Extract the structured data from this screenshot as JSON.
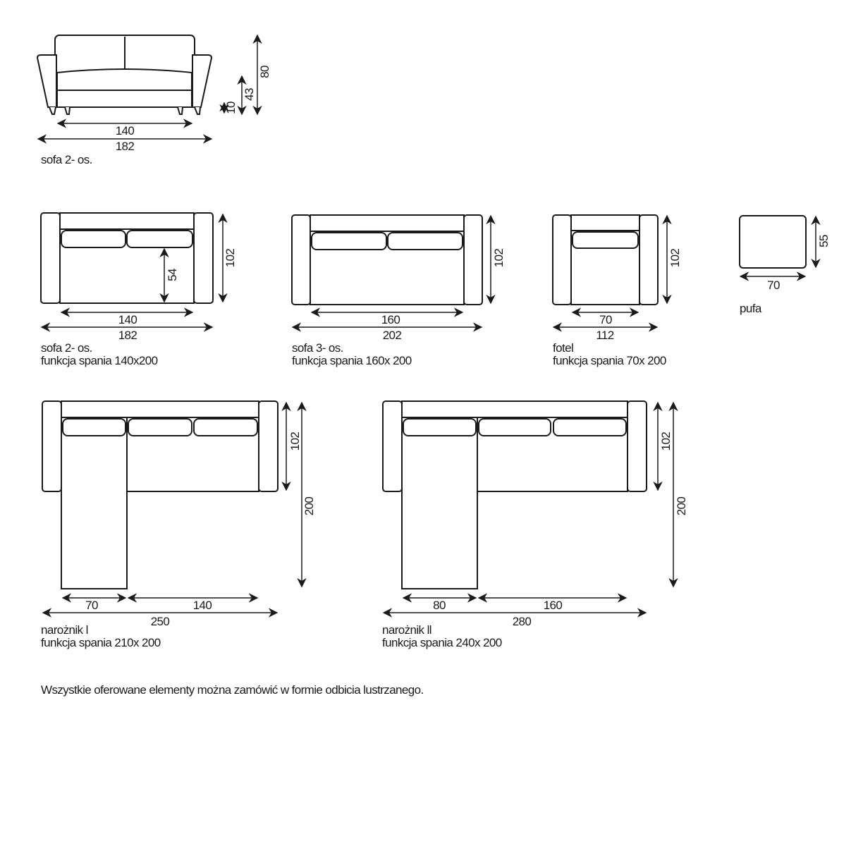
{
  "front_view": {
    "width_inner": "140",
    "width_total": "182",
    "height_total": "80",
    "seat_height": "43",
    "leg_height": "10",
    "label": "sofa 2- os."
  },
  "sofa2": {
    "width_inner": "140",
    "width_total": "182",
    "depth": "102",
    "seat_depth": "54",
    "label": "sofa 2- os.",
    "sleep": "funkcja spania 140x200"
  },
  "sofa3": {
    "width_inner": "160",
    "width_total": "202",
    "depth": "102",
    "label": "sofa 3- os.",
    "sleep": "funkcja spania  160x 200"
  },
  "fotel": {
    "width_inner": "70",
    "width_total": "112",
    "depth": "102",
    "label": "fotel",
    "sleep": "funkcja spania  70x 200"
  },
  "pufa": {
    "width": "70",
    "depth": "55",
    "label": "pufa"
  },
  "corner1": {
    "chaise_width": "70",
    "seat_width": "140",
    "width_total": "250",
    "depth": "102",
    "chaise_length": "200",
    "label": "narożnik l",
    "sleep": "funkcja spania  210x 200"
  },
  "corner2": {
    "chaise_width": "80",
    "seat_width": "160",
    "width_total": "280",
    "depth": "102",
    "chaise_length": "200",
    "label": "narożnik ll",
    "sleep": "funkcja spania  240x 200"
  },
  "footer_note": "Wszystkie oferowane elementy można zamówić w formie odbicia lustrzanego."
}
